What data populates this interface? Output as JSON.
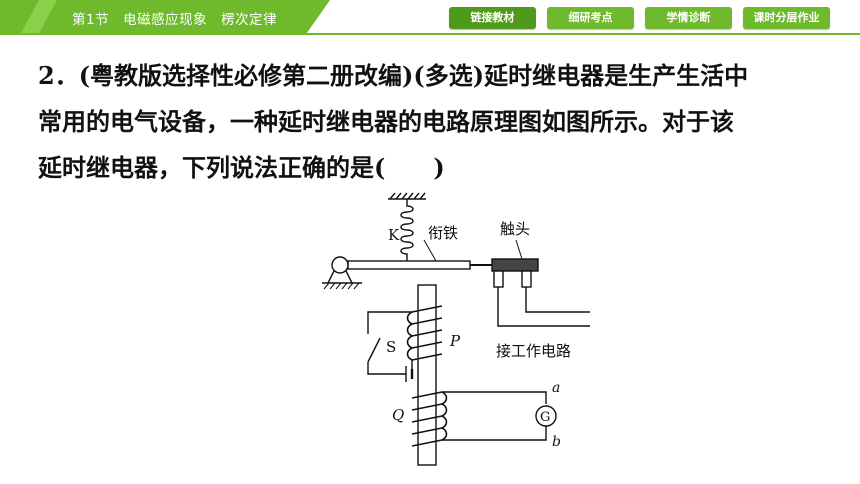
{
  "header": {
    "chapter_title": "第1节　电磁感应现象　楞次定律",
    "nav_buttons": [
      {
        "label": "链接教材",
        "active": true
      },
      {
        "label": "细研考点",
        "active": false
      },
      {
        "label": "学情诊断",
        "active": false
      },
      {
        "label": "课时分层作业",
        "active": false
      }
    ],
    "accent_color": "#6fba2c"
  },
  "question": {
    "number": "2．",
    "lines": [
      "(粤教版选择性必修第二册改编)(多选)延时继电器是生产生活中",
      "常用的电气设备，一种延时继电器的电路原理图如图所示。对于该",
      "延时继电器，下列说法正确的是(　　)"
    ]
  },
  "figure": {
    "labels": {
      "spring": "K",
      "armature": "衔铁",
      "contact": "触头",
      "switch": "S",
      "coil_p": "P",
      "coil_q": "Q",
      "galvanometer": "G",
      "terminal_a": "a",
      "terminal_b": "b",
      "work_circuit": "接工作电路"
    }
  }
}
